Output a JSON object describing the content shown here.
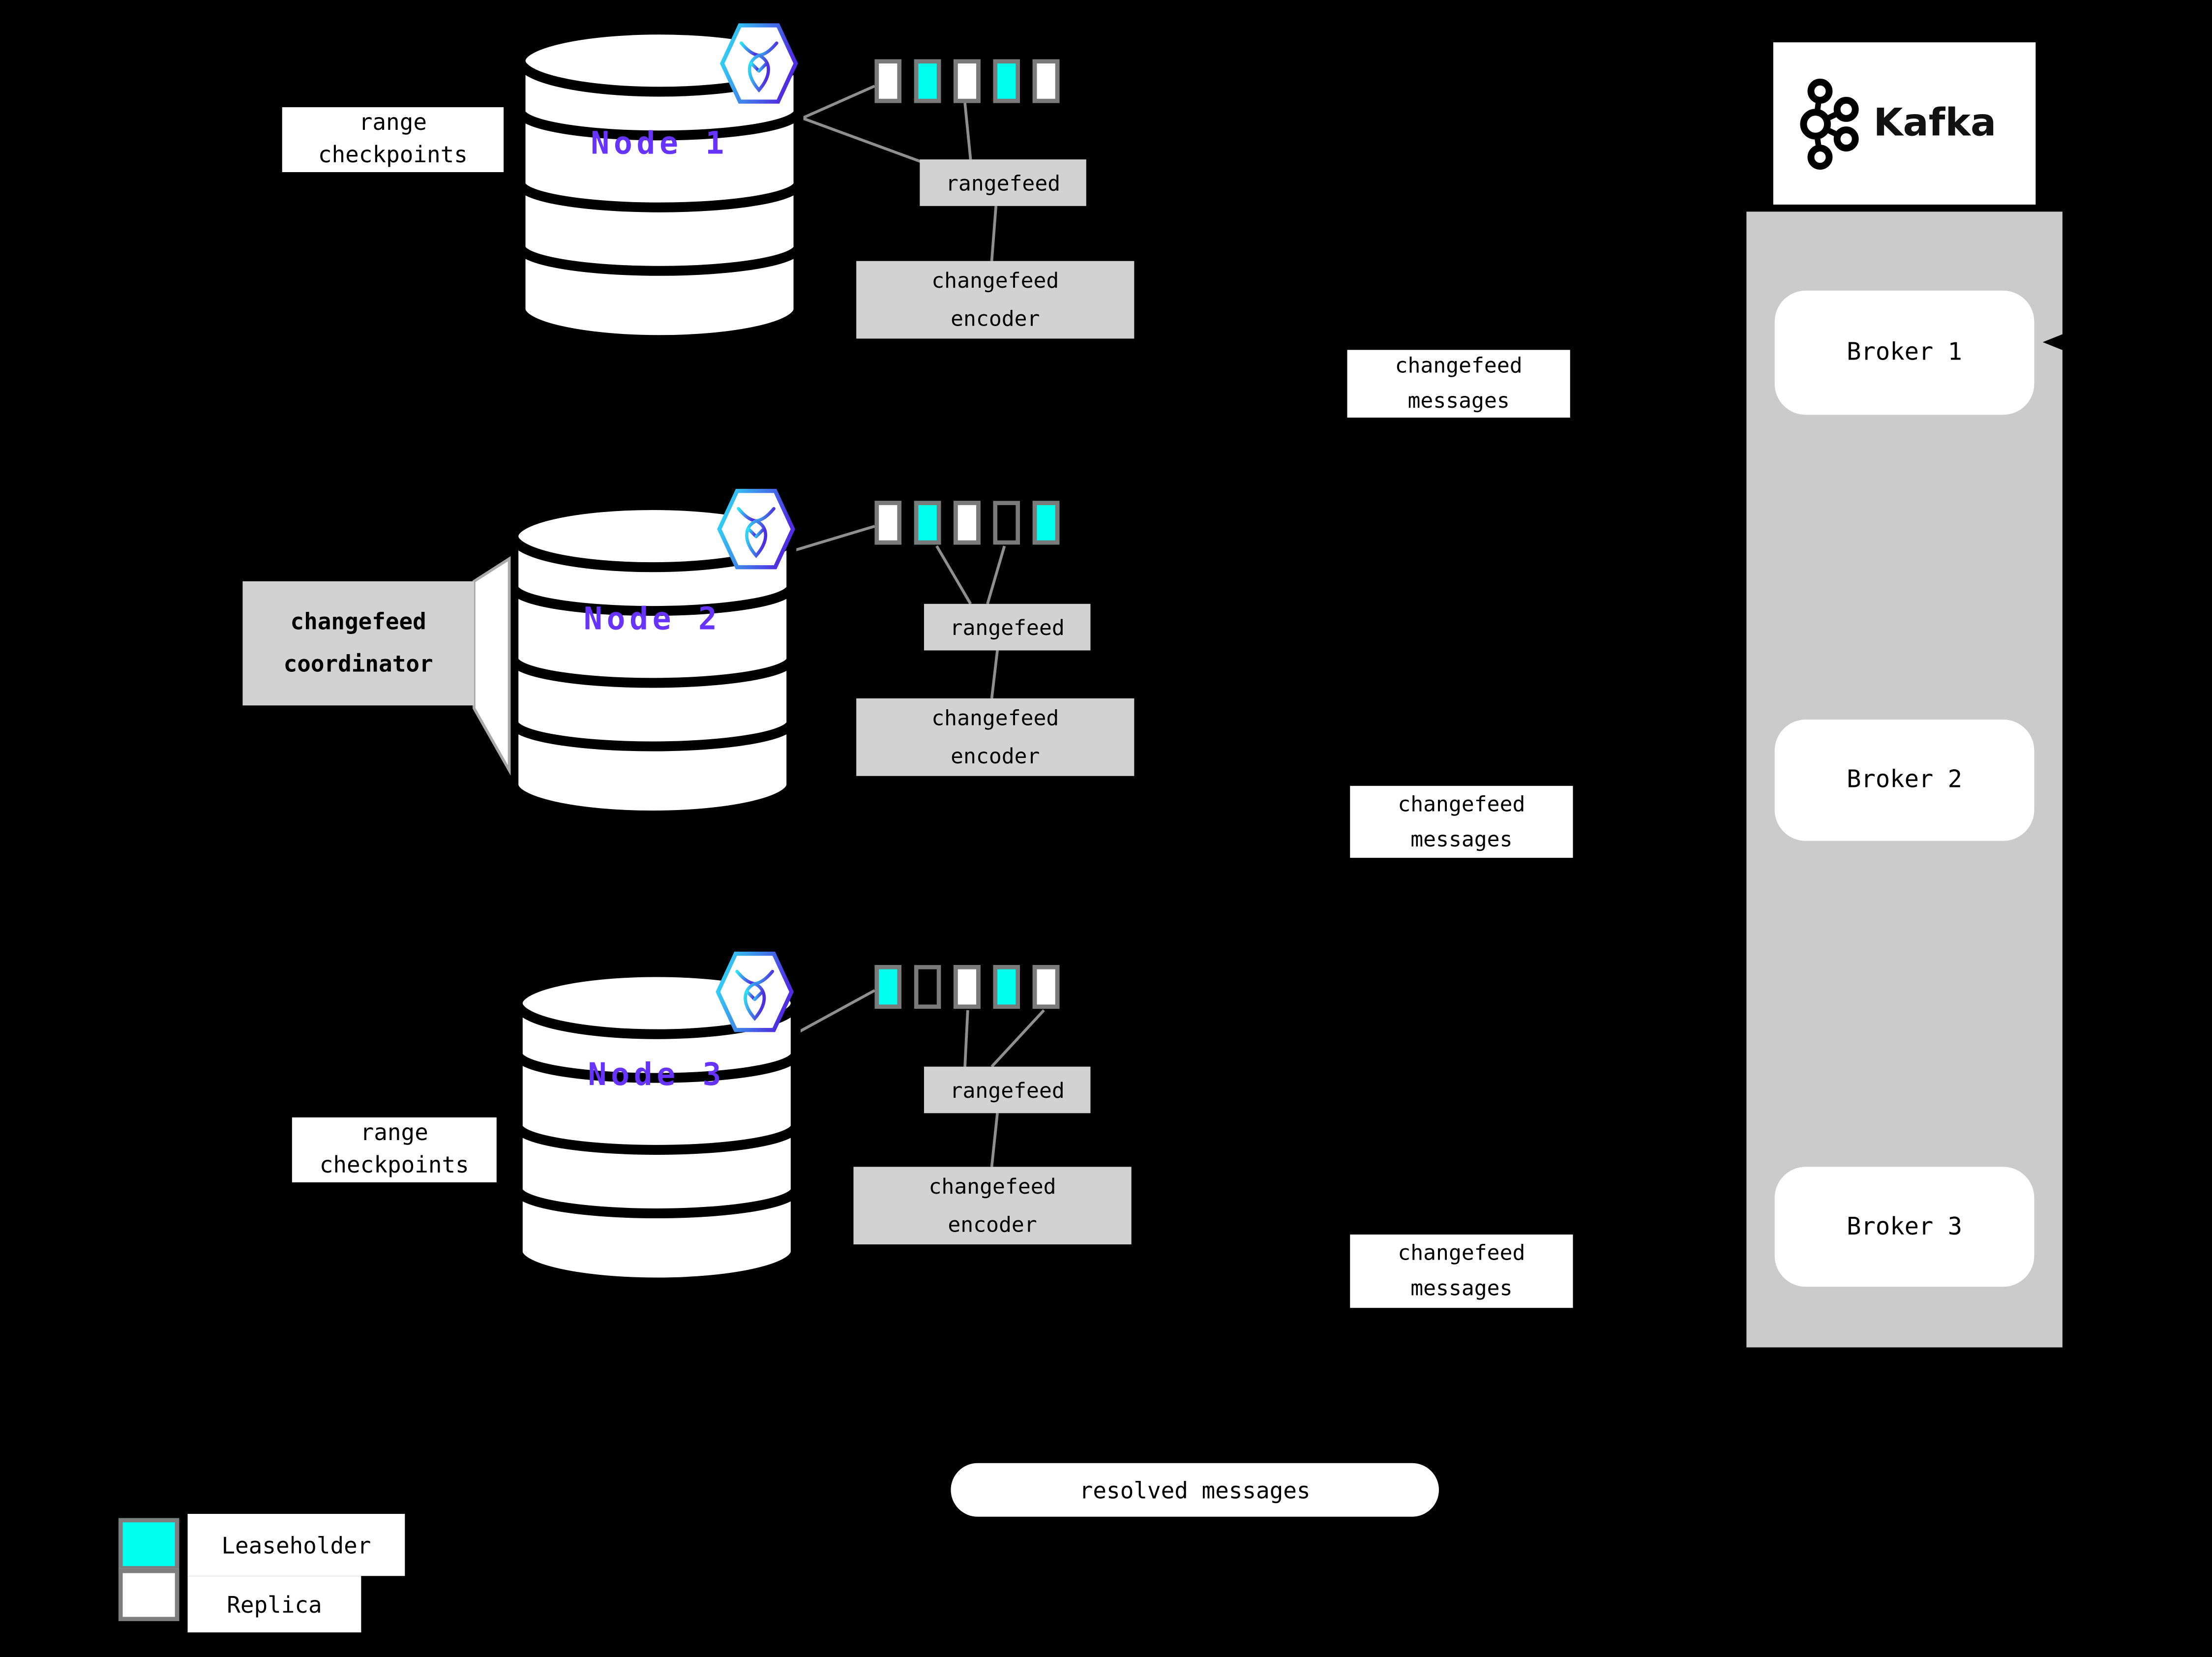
{
  "colors": {
    "background": "#000000",
    "leaseholder_fill": "#00ffee",
    "replica_fill": "#ffffff",
    "node_label_purple": "#6633ff",
    "label_box_gray": "#d2d2d2",
    "kafka_column_gray": "#cbcbcb",
    "connector_gray": "#8f8f8f"
  },
  "nodes": [
    {
      "name": "Node 1",
      "side_label": "range\ncheckpoints",
      "rangefeed_label": "rangefeed",
      "encoder_label": "changefeed\nencoder",
      "message_label": "changefeed\nmessages",
      "replica_slots": [
        "replica",
        "leaseholder",
        "replica",
        "leaseholder",
        "replica"
      ]
    },
    {
      "name": "Node 2",
      "coordinator_label": "changefeed\ncoordinator",
      "rangefeed_label": "rangefeed",
      "encoder_label": "changefeed\nencoder",
      "message_label": "changefeed\nmessages",
      "replica_slots": [
        "replica",
        "leaseholder",
        "replica",
        "empty",
        "leaseholder"
      ]
    },
    {
      "name": "Node 3",
      "side_label": "range\ncheckpoints",
      "rangefeed_label": "rangefeed",
      "encoder_label": "changefeed\nencoder",
      "message_label": "changefeed\nmessages",
      "replica_slots": [
        "leaseholder",
        "empty",
        "replica",
        "leaseholder",
        "replica"
      ]
    }
  ],
  "kafka": {
    "title": "Kafka",
    "brokers": [
      {
        "label": "Broker 1"
      },
      {
        "label": "Broker 2"
      },
      {
        "label": "Broker 3"
      }
    ]
  },
  "resolved_label": "resolved messages",
  "legend": {
    "items": [
      {
        "label": "Leaseholder",
        "type": "leaseholder"
      },
      {
        "label": "Replica",
        "type": "replica"
      }
    ]
  }
}
